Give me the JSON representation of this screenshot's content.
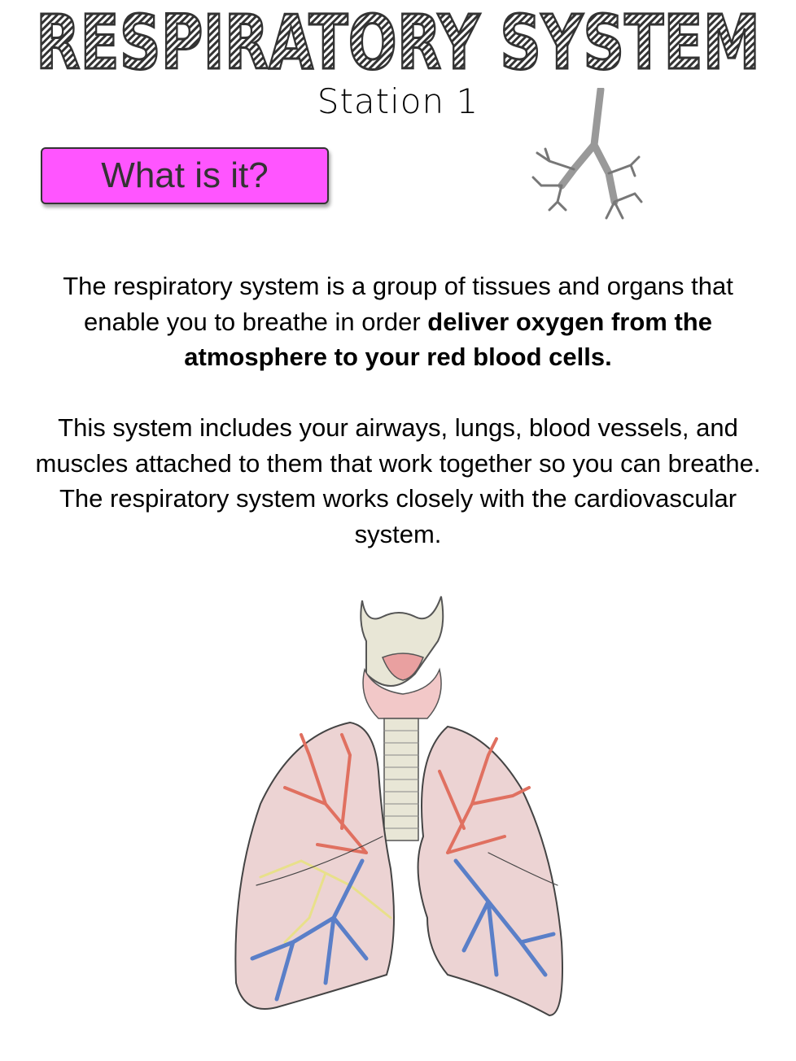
{
  "header": {
    "title": "RESPIRATORY SYSTEM",
    "subtitle": "Station 1"
  },
  "section_label": "What is it?",
  "paragraphs": [
    {
      "text_plain": "The respiratory system is a group of tissues and organs that enable you to breathe in order ",
      "text_bold": "deliver oxygen from the atmosphere to your red blood cells."
    },
    {
      "text_plain": "This system includes your airways, lungs, blood vessels, and muscles attached to them that work together so you can breathe. The respiratory system works closely with the cardiovascular system."
    }
  ],
  "images": {
    "top": "bronchial-tree-sketch",
    "bottom": "lungs-diagram"
  },
  "colors": {
    "label_bg": "#ff55ff",
    "lung_fill": "#ecd3d3",
    "artery": "#e07060",
    "vein": "#5a7fc8",
    "lymph": "#e8e08a",
    "trachea": "#e8e6d6"
  }
}
